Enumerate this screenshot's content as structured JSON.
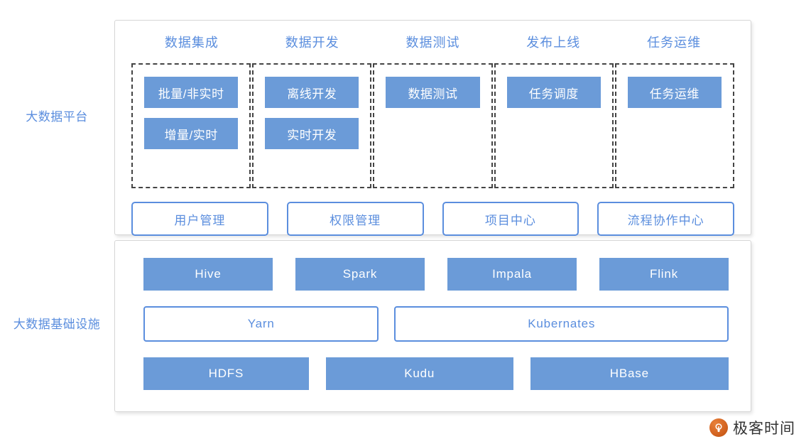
{
  "labels": {
    "platform": "大数据平台",
    "infrastructure": "大数据基础设施"
  },
  "colors": {
    "accent_blue": "#5b8ede",
    "chip_fill": "#6b9bd8",
    "dash_border": "#444444",
    "panel_border": "#d6d6d6",
    "brand_orange": "#d2621f"
  },
  "platform": {
    "stages": [
      {
        "header": "数据集成",
        "items": [
          "批量/非实时",
          "增量/实时"
        ]
      },
      {
        "header": "数据开发",
        "items": [
          "离线开发",
          "实时开发"
        ]
      },
      {
        "header": "数据测试",
        "items": [
          "数据测试"
        ]
      },
      {
        "header": "发布上线",
        "items": [
          "任务调度"
        ]
      },
      {
        "header": "任务运维",
        "items": [
          "任务运维"
        ]
      }
    ],
    "capabilities": [
      "用户管理",
      "权限管理",
      "项目中心",
      "流程协作中心"
    ]
  },
  "infrastructure": {
    "engines": [
      {
        "label": "Hive",
        "flex": 1
      },
      {
        "label": "Spark",
        "flex": 1
      },
      {
        "label": "Impala",
        "flex": 1
      },
      {
        "label": "Flink",
        "flex": 1
      }
    ],
    "resource_managers": [
      {
        "label": "Yarn",
        "flex": 40
      },
      {
        "label": "Kubernates",
        "flex": 57
      }
    ],
    "storage": [
      {
        "label": "HDFS",
        "flex": 30
      },
      {
        "label": "Kudu",
        "flex": 34
      },
      {
        "label": "HBase",
        "flex": 36
      }
    ]
  },
  "brand": {
    "name": "极客时间",
    "mark": "geektime-logo-icon"
  }
}
